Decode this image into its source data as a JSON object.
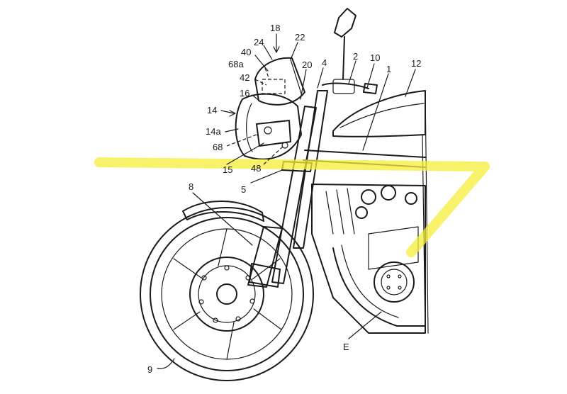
{
  "highlight_color": "#f5ee3a",
  "line_color": "#1a1a1a",
  "labels": {
    "n18": "18",
    "n24": "24",
    "n22": "22",
    "n40": "40",
    "n68a": "68a",
    "n42": "42",
    "n16": "16",
    "n14": "14",
    "n14a": "14a",
    "n68": "68",
    "n15": "15",
    "n48": "48",
    "n20": "20",
    "n4": "4",
    "n2": "2",
    "n10": "10",
    "n1": "1",
    "n12": "12",
    "n5": "5",
    "n8": "8",
    "n9": "9",
    "nE": "E"
  }
}
